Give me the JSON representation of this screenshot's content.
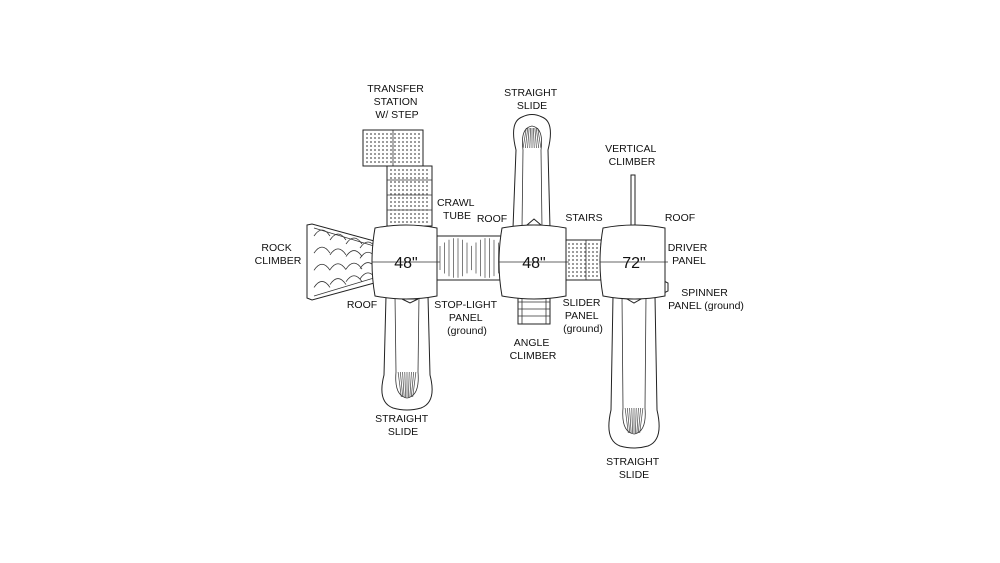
{
  "decks": [
    {
      "id": "deck-left",
      "height_label": "48\""
    },
    {
      "id": "deck-middle",
      "height_label": "48\""
    },
    {
      "id": "deck-right",
      "height_label": "72\""
    }
  ],
  "labels": {
    "transfer_station": [
      "TRANSFER",
      "STATION",
      "W/ STEP"
    ],
    "straight_slide_top": [
      "STRAIGHT",
      "SLIDE"
    ],
    "vertical_climber": [
      "VERTICAL",
      "CLIMBER"
    ],
    "crawl_tube": [
      "CRAWL",
      "TUBE"
    ],
    "roof_middle": "ROOF",
    "stairs": "STAIRS",
    "roof_right": "ROOF",
    "rock_climber": [
      "ROCK",
      "CLIMBER"
    ],
    "driver_panel": [
      "DRIVER",
      "PANEL"
    ],
    "roof_left": "ROOF",
    "stop_light_panel": [
      "STOP-LIGHT",
      "PANEL",
      "(ground)"
    ],
    "slider_panel": [
      "SLIDER",
      "PANEL",
      "(ground)"
    ],
    "spinner_panel": [
      "SPINNER",
      "PANEL (ground)"
    ],
    "angle_climber": [
      "ANGLE",
      "CLIMBER"
    ],
    "straight_slide_left": [
      "STRAIGHT",
      "SLIDE"
    ],
    "straight_slide_right": [
      "STRAIGHT",
      "SLIDE"
    ]
  }
}
